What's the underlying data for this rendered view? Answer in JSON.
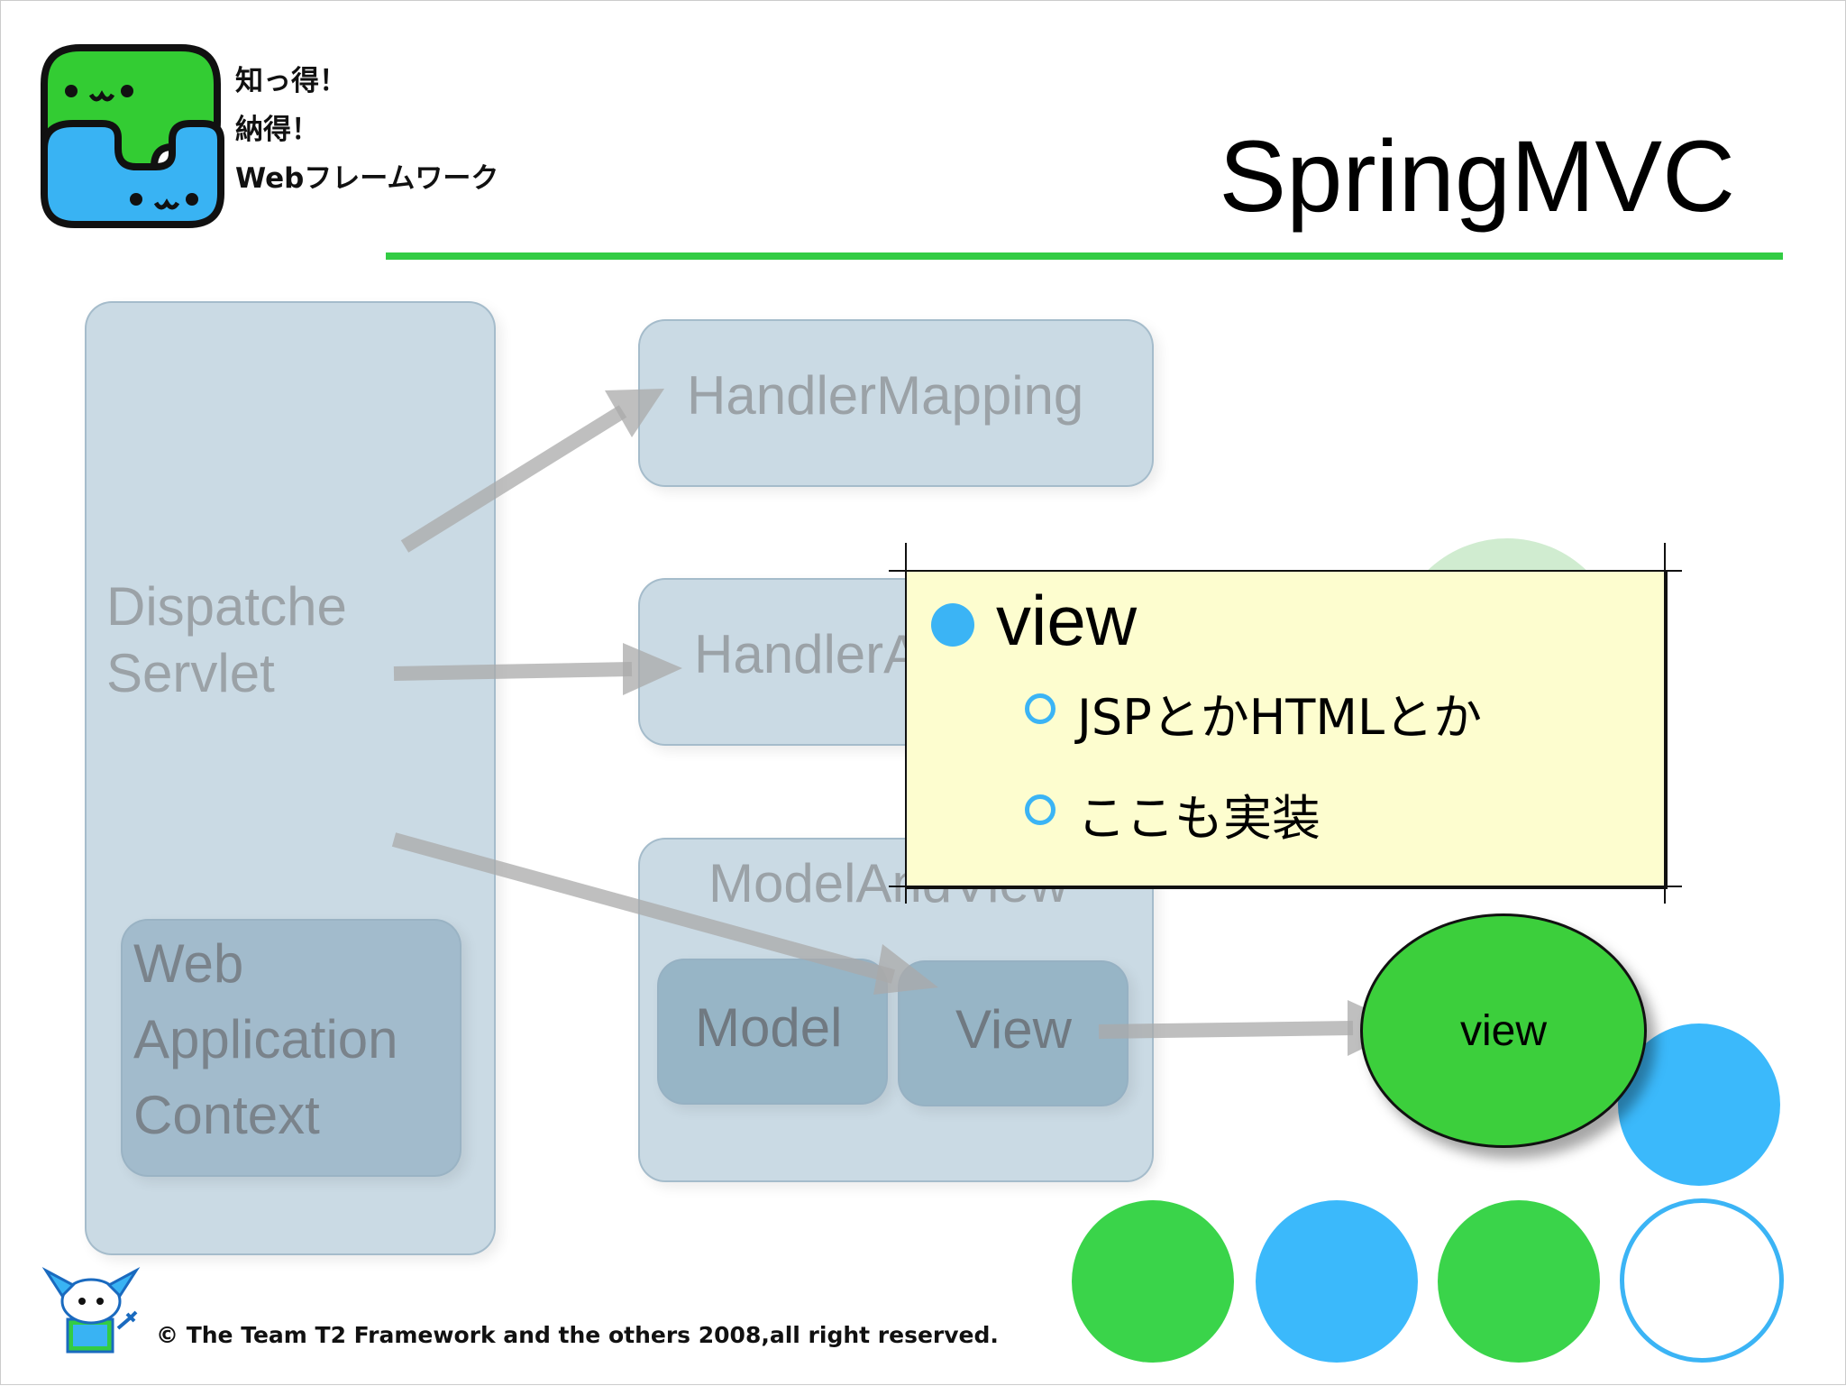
{
  "header": {
    "logo_lines": [
      "知っ得！",
      "納得！",
      "Webフレームワーク"
    ],
    "title": "SpringMVC"
  },
  "diagram": {
    "dispatcher_label": "Dispatche\nServlet",
    "web_app_context_label": "Web\nApplication\nContext",
    "handler_mapping_label": "HandlerMapping",
    "handler_adapter_label": "HandlerA",
    "model_and_view_label": "ModelAndView",
    "model_label": "Model",
    "view_box_label": "View"
  },
  "note": {
    "heading": "view",
    "items": [
      "JSPとかHTMLとか",
      "ここも実装"
    ]
  },
  "view_circle_label": "view",
  "colors": {
    "accent_green": "#33cc44",
    "accent_blue": "#3bb4f5",
    "note_bg": "#fdfdcf"
  },
  "footer": {
    "copyright": "© The Team T2 Framework and the others 2008,all right reserved."
  }
}
